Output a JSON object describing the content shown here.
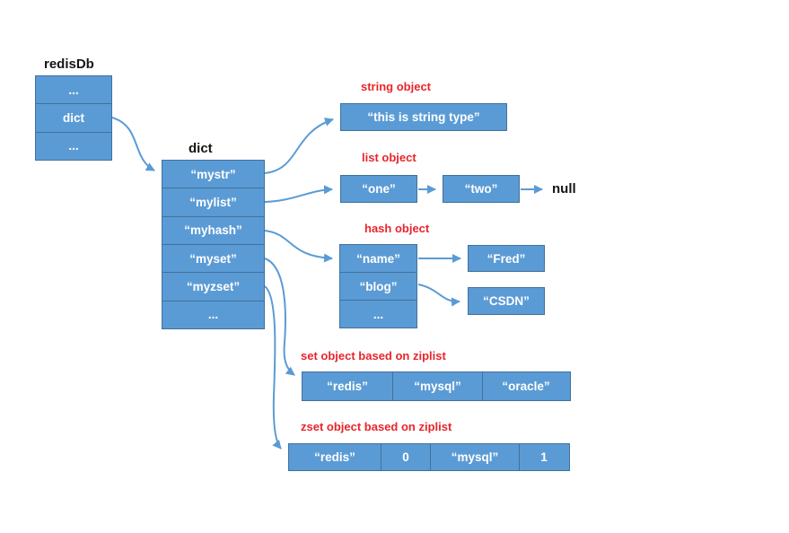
{
  "redisdb": {
    "title": "redisDb",
    "rows": [
      "...",
      "dict",
      "..."
    ]
  },
  "dict": {
    "title": "dict",
    "rows": [
      "“mystr”",
      "“mylist”",
      "“myhash”",
      "“myset”",
      "“myzset”",
      "..."
    ]
  },
  "string_object": {
    "label": "string object",
    "value": "“this is string type”"
  },
  "list_object": {
    "label": "list object",
    "node1": "“one”",
    "node2": "“two”",
    "terminator": "null"
  },
  "hash_object": {
    "label": "hash object",
    "keys": [
      "“name”",
      "“blog”",
      "..."
    ],
    "value1": "“Fred”",
    "value2": "“CSDN”"
  },
  "set_object": {
    "label": "set object based on ziplist",
    "cells": [
      "“redis”",
      "“mysql”",
      "“oracle”"
    ]
  },
  "zset_object": {
    "label": "zset object based on ziplist",
    "cells": [
      "“redis”",
      "0",
      "“mysql”",
      "1"
    ]
  },
  "colors": {
    "box_fill": "#5b9bd5",
    "box_border": "#41719c",
    "arrow": "#5b9bd5",
    "label_red": "#e9252b",
    "cell_text": "#ffffff",
    "title_text": "#151515"
  }
}
